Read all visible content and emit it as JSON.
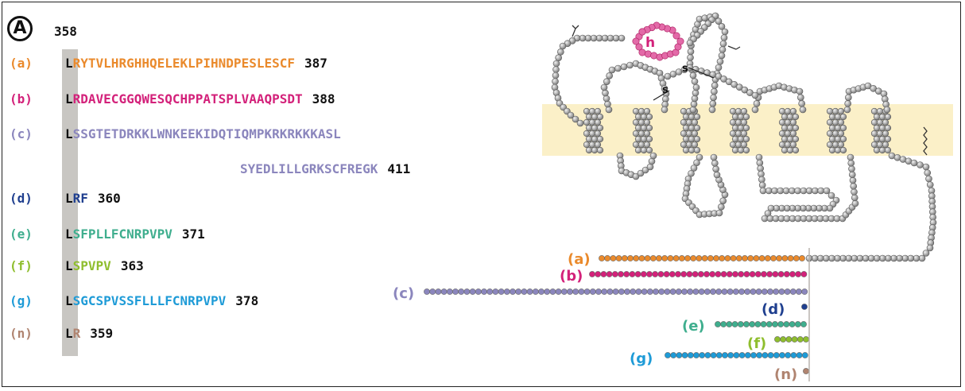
{
  "panel_letter": "A",
  "start_position": "358",
  "fixed_residue": "L",
  "colors": {
    "a": "#ea8a2c",
    "b": "#d3217a",
    "c": "#8b86bd",
    "d": "#1f3f8f",
    "e": "#3fae8e",
    "f": "#8fbe2e",
    "g": "#1e9bd7",
    "n": "#b08470",
    "membrane": "#fbf0c8",
    "bead": "#9a9a9a"
  },
  "variants": [
    {
      "id": "a",
      "label": "(a)",
      "seq": "RYTVLHRGHHQELEKLPIHNDPESLESCF",
      "end": "387"
    },
    {
      "id": "b",
      "label": "(b)",
      "seq": "RDAVECGGQWESQCHPPATSPLVAAQPSDT",
      "end": "388"
    },
    {
      "id": "c",
      "label": "(c)",
      "seq": "SSGTETDRKKLWNKEEKIDQTIQMPKRKRKKKASL",
      "seq2": "SYEDLILLGRKSCFREGK",
      "end": "411"
    },
    {
      "id": "d",
      "label": "(d)",
      "seq": "RF",
      "end": "360"
    },
    {
      "id": "e",
      "label": "(e)",
      "seq": "SFPLLFCNRPVPV",
      "end": "371"
    },
    {
      "id": "f",
      "label": "(f)",
      "seq": "SPVPV",
      "end": "363"
    },
    {
      "id": "g",
      "label": "(g)",
      "seq": "SGCSPVSSFLLLFCNRPVPV",
      "end": "378"
    },
    {
      "id": "n",
      "label": "(n)",
      "seq": "R",
      "end": "359"
    }
  ],
  "diagram": {
    "helix_label": "h",
    "disulfide_labels": [
      "s",
      "s"
    ],
    "tail_labels": [
      "(a)",
      "(b)",
      "(c)",
      "(d)",
      "(e)",
      "(f)",
      "(g)",
      "(n)"
    ]
  }
}
